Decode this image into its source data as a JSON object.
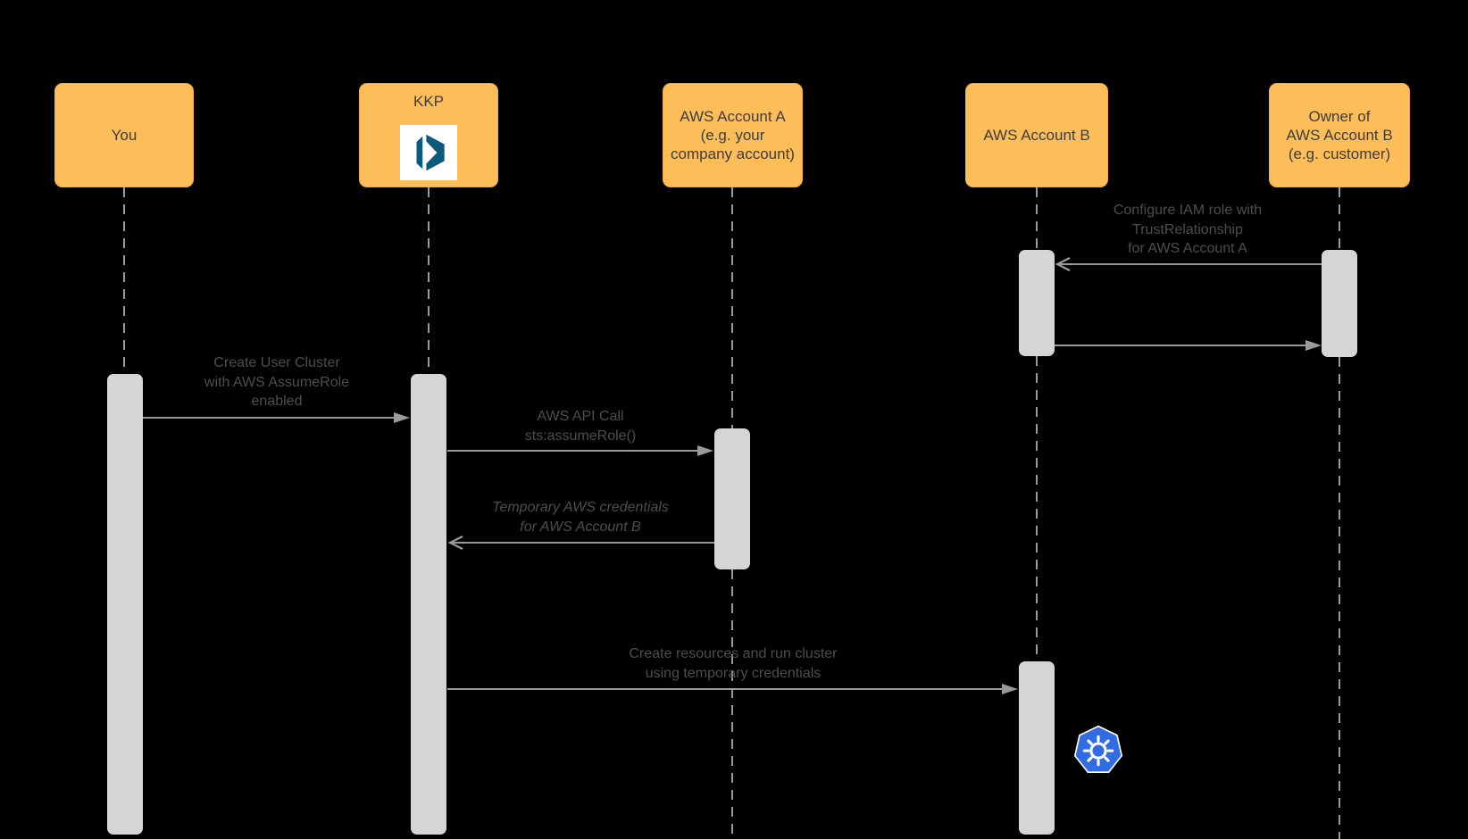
{
  "diagram_title": "AWS AssumeRole sequence diagram",
  "actors": [
    {
      "id": "you",
      "name": "You"
    },
    {
      "id": "kkp",
      "name": "KKP",
      "logo": "kubermatic-logo"
    },
    {
      "id": "aws-a",
      "name": "AWS Account A\n(e.g. your\ncompany account)"
    },
    {
      "id": "aws-b",
      "name": "AWS Account B"
    },
    {
      "id": "owner",
      "name": "Owner of\nAWS Account B\n(e.g. customer)"
    }
  ],
  "messages": [
    {
      "from": "owner",
      "to": "aws-b",
      "arrowhead": "open",
      "label": "Configure IAM role with\nTrustRelationship\nfor AWS Account A"
    },
    {
      "from": "aws-b",
      "to": "owner",
      "arrowhead": "filled",
      "label": ""
    },
    {
      "from": "you",
      "to": "kkp",
      "arrowhead": "filled",
      "label": "Create User Cluster\nwith AWS AssumeRole\nenabled"
    },
    {
      "from": "kkp",
      "to": "aws-a",
      "arrowhead": "filled",
      "label": "AWS API Call\nsts:assumeRole()"
    },
    {
      "from": "aws-a",
      "to": "kkp",
      "arrowhead": "open",
      "italic": true,
      "label": "Temporary AWS credentials\nfor AWS Account B"
    },
    {
      "from": "kkp",
      "to": "aws-b",
      "arrowhead": "filled",
      "label": "Create resources and run cluster\nusing temporary credentials"
    }
  ],
  "icons": {
    "kubermatic": "kubermatic-logo",
    "kubernetes": "kubernetes-logo"
  },
  "colors": {
    "background": "#000000",
    "actor-fill": "#FDBD59",
    "actor-border": "#F4AC45",
    "actor-text": "#3D3D3D",
    "label-text": "#4D4D4D",
    "line-gray": "#9A9A9A",
    "bar-fill": "#D5D5D6",
    "kubermatic-blue": "#0B5A7D",
    "kubernetes-blue": "#326CE5"
  }
}
